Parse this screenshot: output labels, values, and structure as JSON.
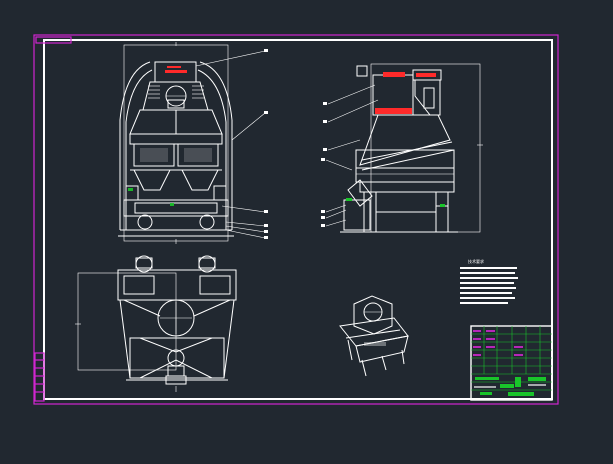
{
  "drawing": {
    "colors": {
      "background": "#212830",
      "linework": "#ffffff",
      "frame_magenta": "#d026d0",
      "highlight_red": "#ff2a2a",
      "title_block_green": "#19c42a"
    },
    "views": [
      "front-elevation",
      "side-elevation",
      "plan-view",
      "isometric-view"
    ],
    "notes_heading": "技术要求"
  }
}
